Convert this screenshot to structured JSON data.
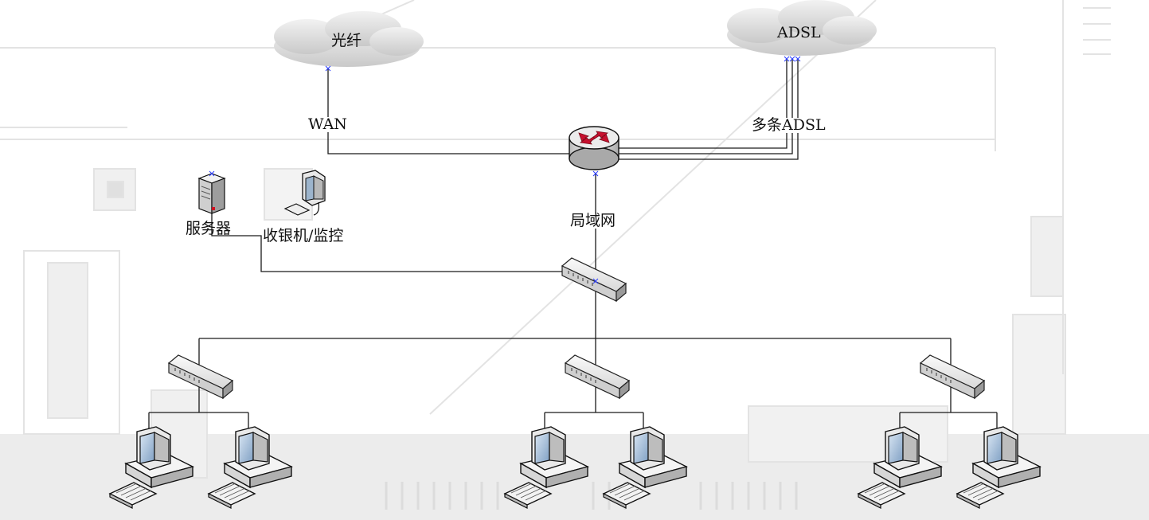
{
  "diagram": {
    "clouds": {
      "fiber": "光纤",
      "adsl": "ADSL"
    },
    "links": {
      "wan": "WAN",
      "multi_adsl": "多条ADSL",
      "lan": "局域网"
    },
    "devices": {
      "server": "服务器",
      "cashier": "收银机/监控"
    },
    "colors": {
      "line": "#1a1a1a",
      "router_red": "#c8102e",
      "monitor_screen": "#9ab8d8",
      "background_art": "#e6e6e6"
    }
  }
}
